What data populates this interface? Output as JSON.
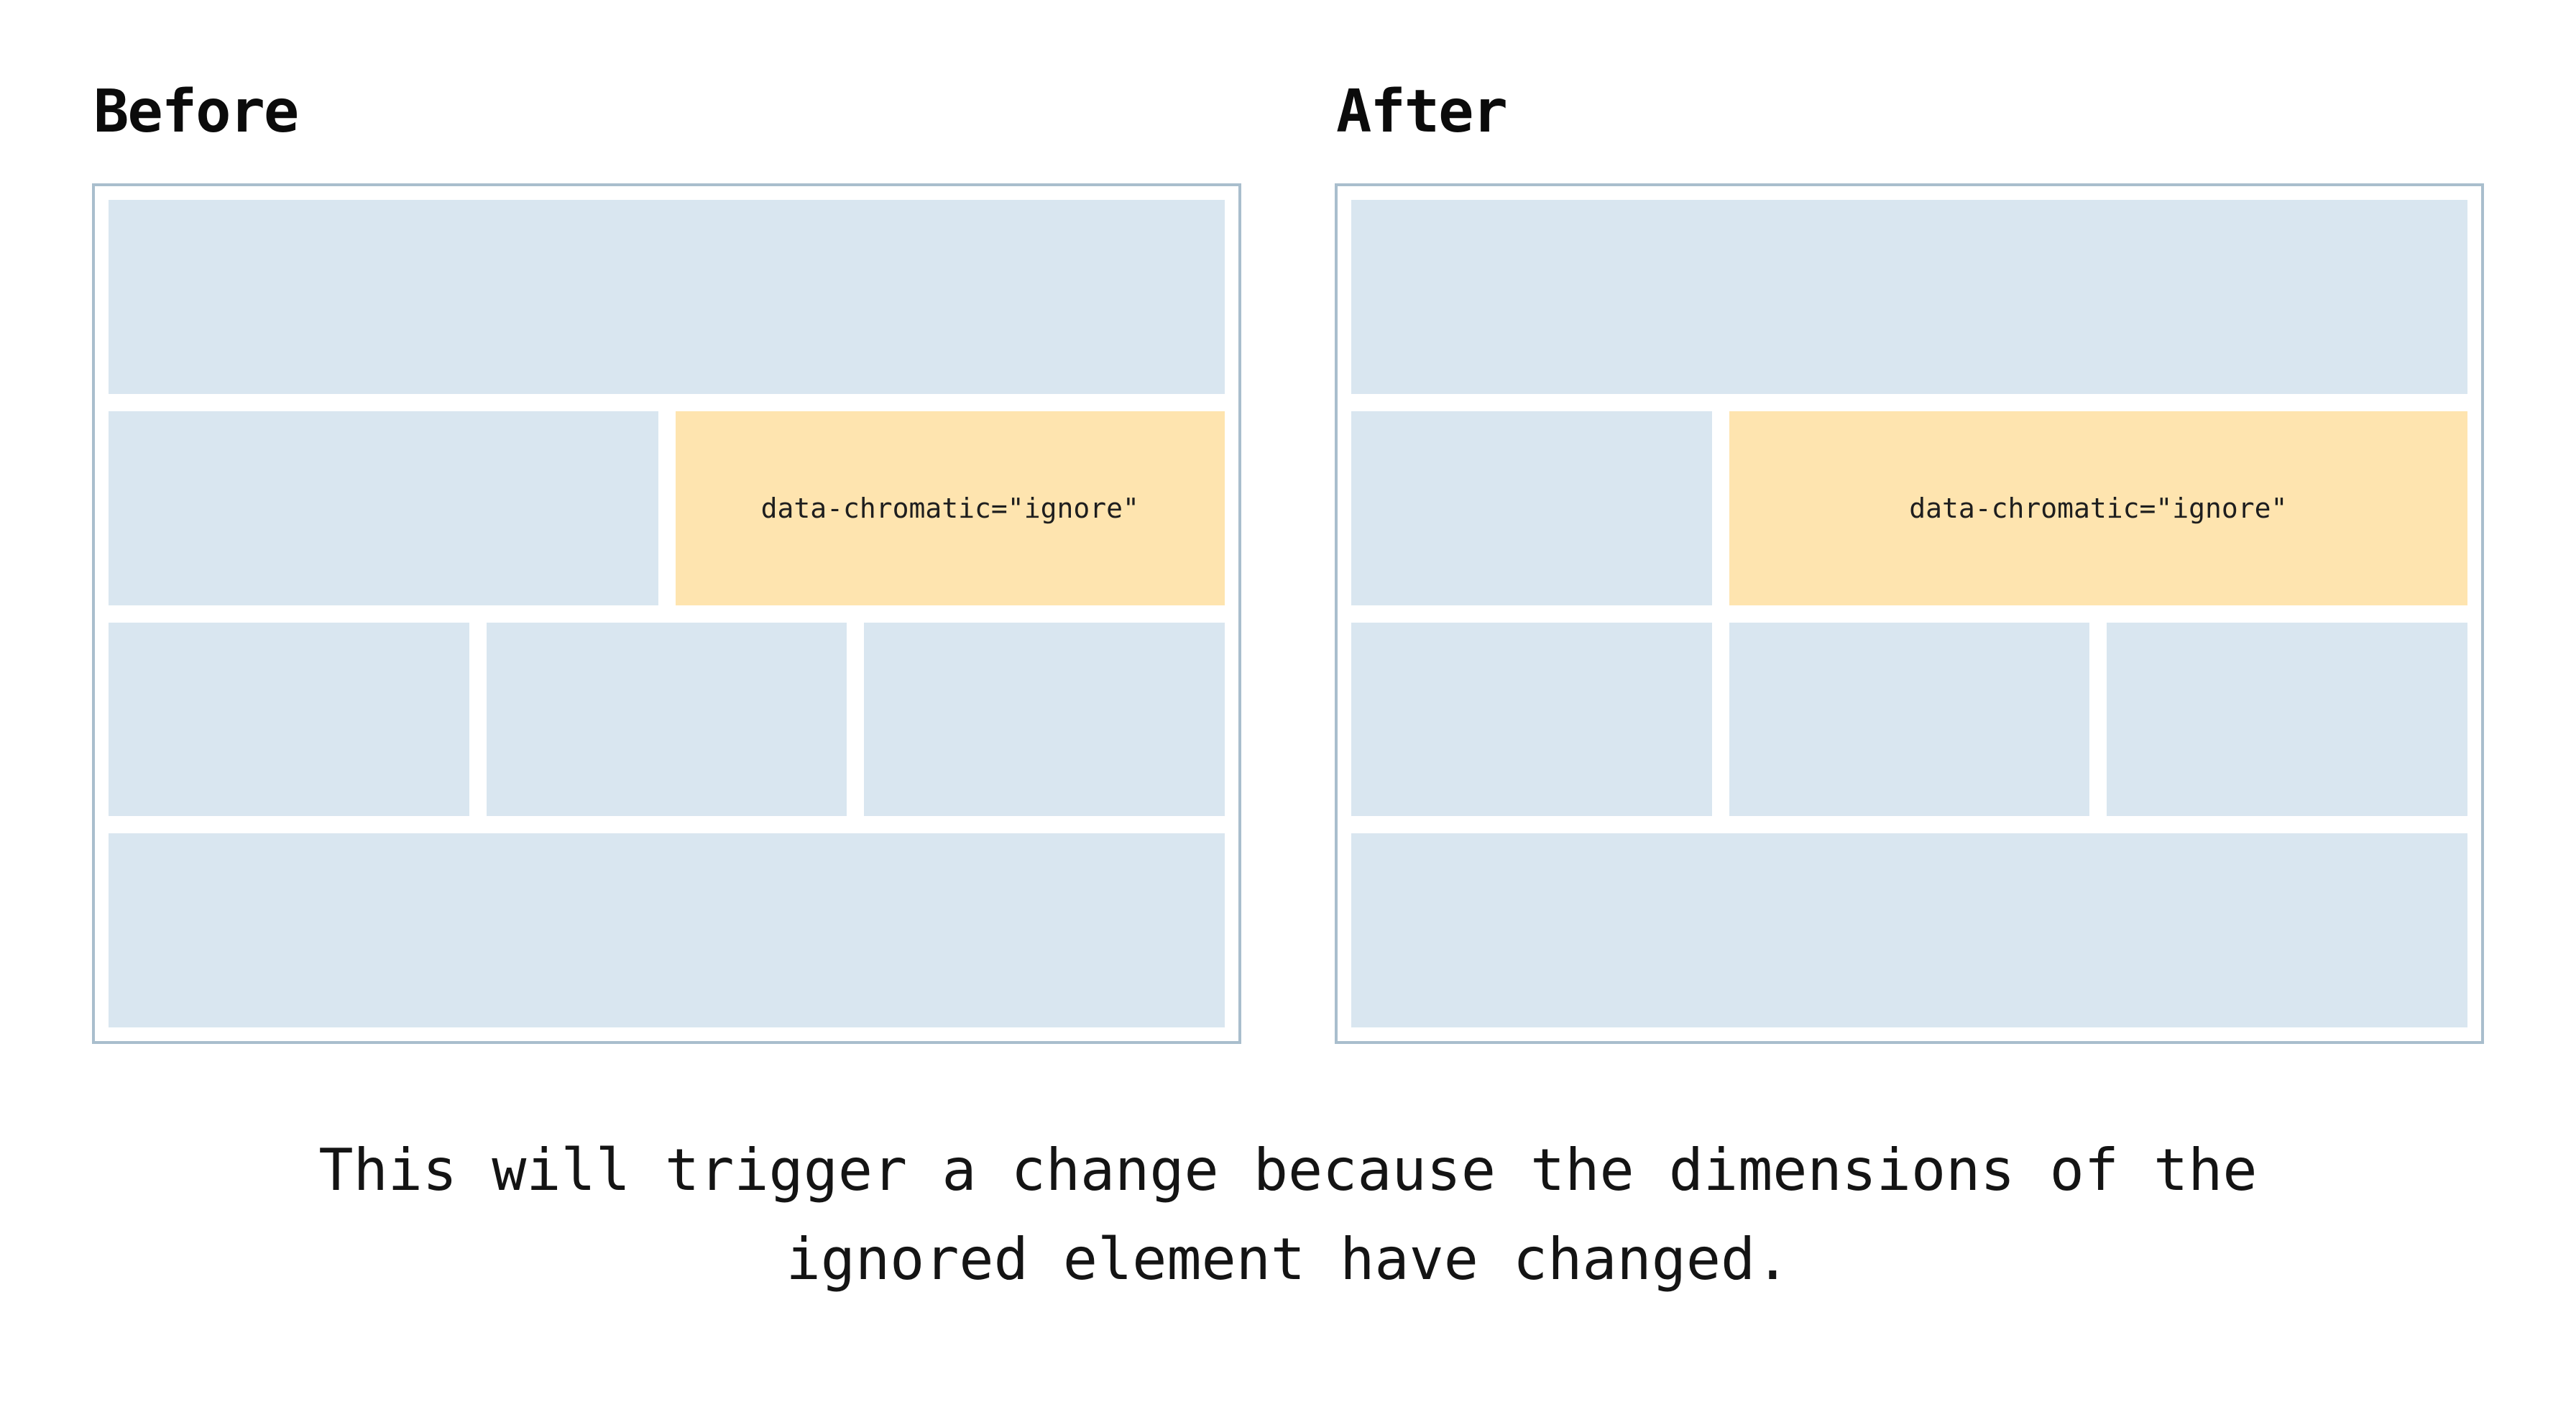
{
  "colors": {
    "panel_border": "#a9becd",
    "block_blue": "#d9e6f0",
    "block_orange": "#fee4af",
    "text": "#141414"
  },
  "panels": [
    {
      "title": "Before",
      "ignore_label": "data-chromatic=\"ignore\""
    },
    {
      "title": "After",
      "ignore_label": "data-chromatic=\"ignore\""
    }
  ],
  "caption": {
    "line1": "This will trigger a change because the dimensions of the",
    "line2": "ignored element have changed."
  }
}
